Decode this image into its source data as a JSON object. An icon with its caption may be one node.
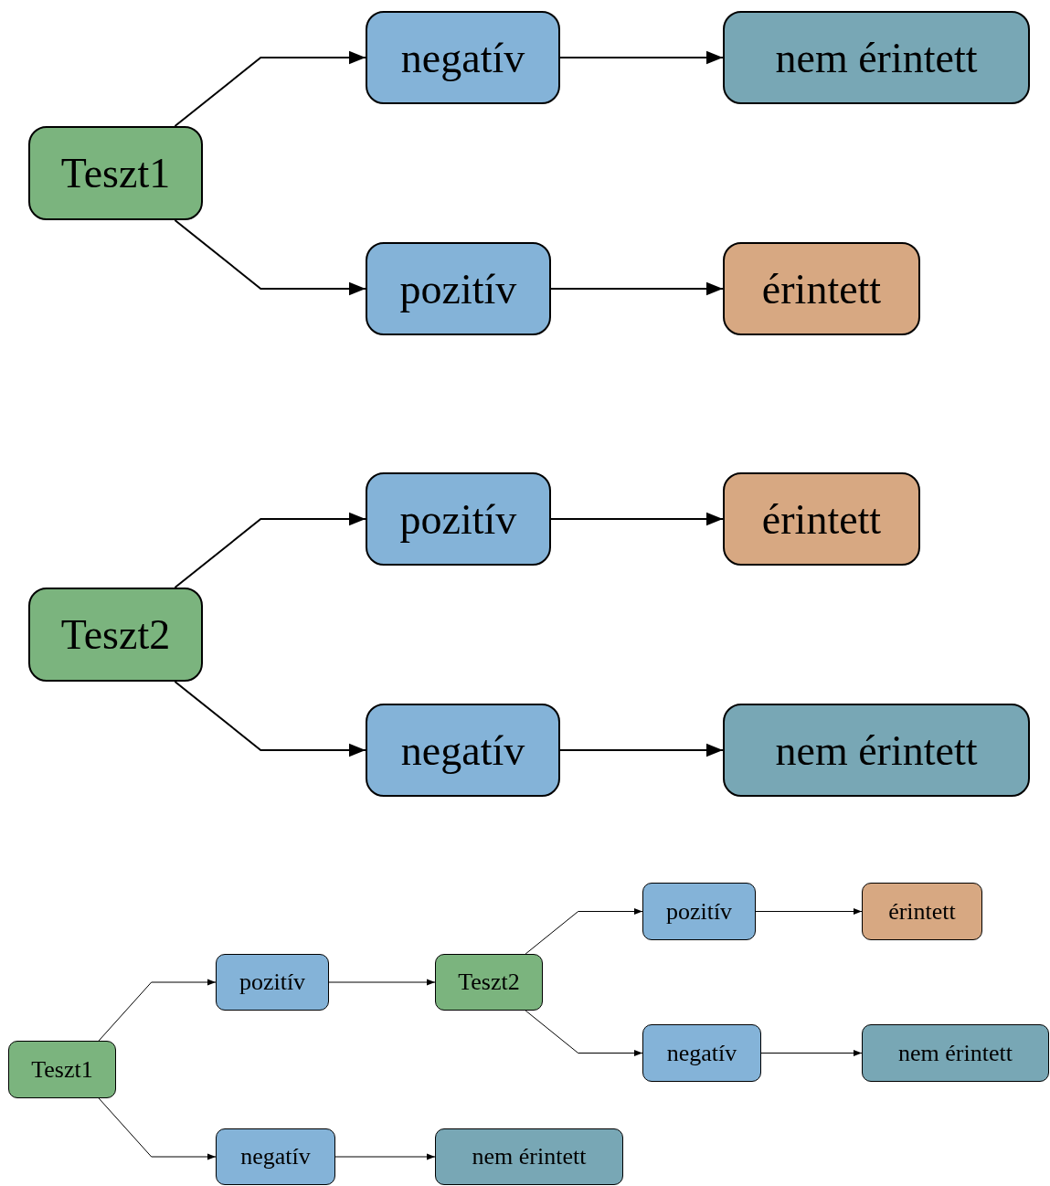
{
  "diagram": {
    "nodes": [
      {
        "text": [
          "Teszt1"
        ]
      },
      {
        "text": [
          "negatív"
        ]
      },
      {
        "text": [
          "nem érintett"
        ]
      },
      {
        "text": [
          "pozitív"
        ]
      },
      {
        "text": [
          "érintett"
        ]
      },
      {
        "text": [
          "Teszt2"
        ]
      },
      {
        "text": [
          "pozitív"
        ]
      },
      {
        "text": [
          "érintett"
        ]
      },
      {
        "text": [
          "negatív"
        ]
      },
      {
        "text": [
          "nem érintett"
        ]
      },
      {
        "text": [
          "Teszt1"
        ]
      },
      {
        "text": [
          "pozitív"
        ]
      },
      {
        "text": [
          "Teszt2"
        ]
      },
      {
        "text": [
          "pozitív"
        ]
      },
      {
        "text": [
          "érintett"
        ]
      },
      {
        "text": [
          "negatív"
        ]
      },
      {
        "text": [
          "nem érintett"
        ]
      },
      {
        "text": [
          "negatív"
        ]
      },
      {
        "text": [
          "nem érintett"
        ]
      }
    ],
    "edges": [
      {
        "from": 0,
        "to": 1,
        "arrow": "to"
      },
      {
        "from": 1,
        "to": 2,
        "arrow": "to"
      },
      {
        "from": 0,
        "to": 3,
        "arrow": "to"
      },
      {
        "from": 3,
        "to": 4,
        "arrow": "to"
      },
      {
        "from": 5,
        "to": 6,
        "arrow": "to"
      },
      {
        "from": 6,
        "to": 7,
        "arrow": "to"
      },
      {
        "from": 5,
        "to": 8,
        "arrow": "to"
      },
      {
        "from": 8,
        "to": 9,
        "arrow": "to"
      },
      {
        "from": 10,
        "to": 11,
        "arrow": "to"
      },
      {
        "from": 11,
        "to": 12,
        "arrow": "to"
      },
      {
        "from": 12,
        "to": 13,
        "arrow": "to"
      },
      {
        "from": 13,
        "to": 14,
        "arrow": "to"
      },
      {
        "from": 12,
        "to": 15,
        "arrow": "to"
      },
      {
        "from": 15,
        "to": 16,
        "arrow": "to"
      },
      {
        "from": 10,
        "to": 17,
        "arrow": "to"
      },
      {
        "from": 17,
        "to": 18,
        "arrow": "to"
      }
    ]
  }
}
